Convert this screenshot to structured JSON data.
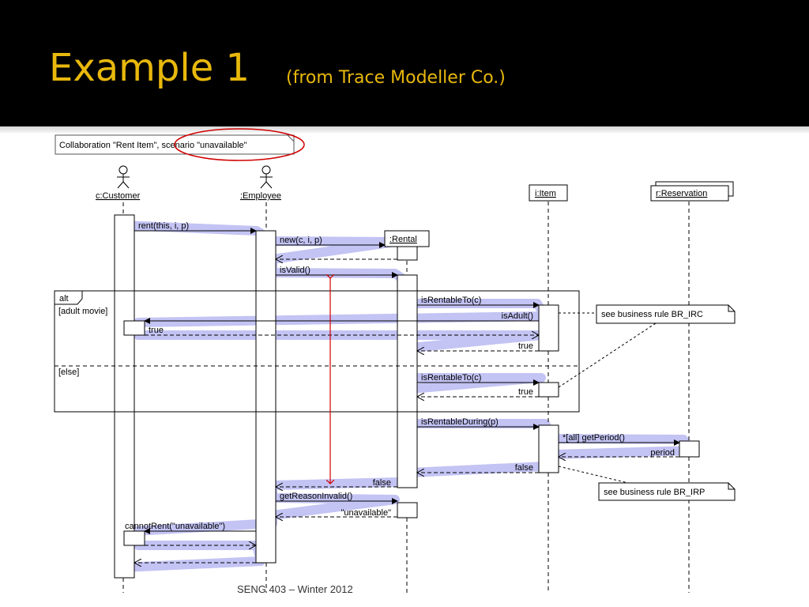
{
  "slide": {
    "title": "Example 1",
    "subtitle": "(from Trace Modeller Co.)",
    "footer": "SENG 403 – Winter 2012"
  },
  "colors": {
    "title_bg": "#000000",
    "title_text": "#e8b80c",
    "highlight_trace": "#b9b9f2",
    "annotation_red": "#d00000"
  },
  "diagram": {
    "collaboration_label": "Collaboration \"Rent Item\", scenario \"unavailable\"",
    "lifelines": {
      "customer": "c:Customer",
      "employee": ":Employee",
      "rental": ":Rental",
      "item": "i:Item",
      "reservation": "r:Reservation"
    },
    "fragment": {
      "operator": "alt",
      "guard1": "[adult movie]",
      "guard2": "[else]"
    },
    "messages": {
      "rent": "rent(this, i, p)",
      "new": "new(c, i, p)",
      "isValid": "isValid()",
      "isRentableTo1": "isRentableTo(c)",
      "isAdult": "isAdult()",
      "true_customer": "true",
      "true_item1": "true",
      "isRentableTo2": "isRentableTo(c)",
      "true_item2": "true",
      "isRentableDuring": "isRentableDuring(p)",
      "getPeriod": "*[all] getPeriod()",
      "period": "period",
      "false_item": "false",
      "false_rental": "false",
      "getReasonInvalid": "getReasonInvalid()",
      "unavailable": "\"unavailable\"",
      "cannotRent": "cannotRent(\"unavailable\")"
    },
    "notes": {
      "note_irc": "see business rule BR_IRC",
      "note_irp": "see business rule BR_IRP"
    }
  }
}
